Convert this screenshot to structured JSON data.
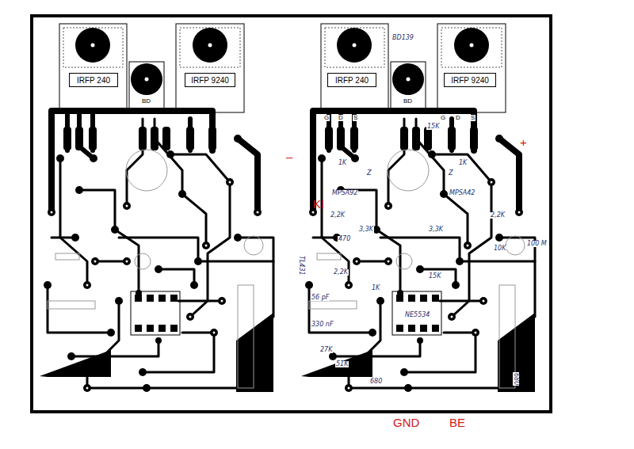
{
  "diagram": {
    "nodes": [
      {
        "text": [
          "IRFP 240"
        ]
      },
      {
        "text": [
          "IRFP 9240"
        ]
      },
      {
        "text": [
          "IRFP 240"
        ]
      },
      {
        "text": [
          "IRFP 9240"
        ]
      }
    ],
    "labels": [
      "BD",
      "BD",
      "BD139",
      "G",
      "D",
      "S",
      "G",
      "D",
      "S",
      "–",
      "+",
      "KI",
      "GND",
      "BE",
      "1K",
      "15K",
      "1K",
      "Z",
      "Z",
      "MPSA92",
      "MPSA42",
      "2,2K",
      "3,3K",
      "3,3K",
      "2,2K",
      "470",
      "TL431",
      "2,2K",
      "10K",
      "100 M",
      "1K",
      "15K",
      "56 pF",
      "330 nF",
      "NE5534",
      "27K",
      "51K",
      "680",
      "680"
    ]
  }
}
